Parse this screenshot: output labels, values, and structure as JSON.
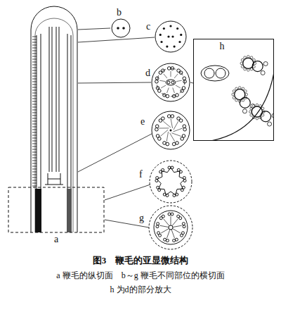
{
  "diagram": {
    "caption": "图3　鞭毛的亚显微结构",
    "nodes": [
      {
        "text": [
          "h"
        ]
      }
    ],
    "labels": [
      "b",
      "c",
      "d",
      "e",
      "f",
      "g",
      "a",
      "a 鞭毛的纵切面　b～g 鞭毛不同部位的横切面",
      "h 为d的部分放大"
    ]
  }
}
